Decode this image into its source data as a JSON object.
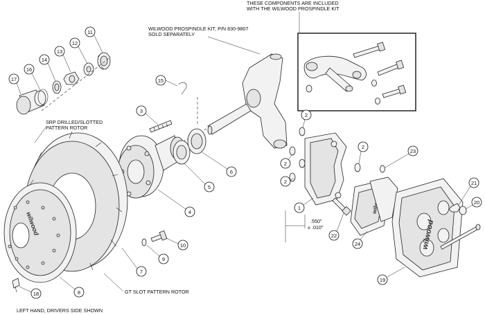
{
  "notes": {
    "included_line1": "THESE COMPONENTS ARE INCLUDED",
    "included_line2": "WITH THE WILWOOD PROSPINDLE KIT",
    "prospindle_line1": "WILWOOD PROSPINDLE KIT, P/N 830-9807",
    "prospindle_line2": "SOLD SEPARATELY",
    "srp_line1": "SRP DRILLED/SLOTTED",
    "srp_line2": "PATTERN ROTOR",
    "gt_slot": "GT SLOT PATTERN ROTOR",
    "left_hand": "LEFT HAND, DRIVERS SIDE SHOWN",
    "dim_value": ".550\"",
    "dim_tol": "± .010\""
  },
  "brand": {
    "logo": "wilwood"
  },
  "callouts": {
    "c1": "1",
    "c2a": "2",
    "c2b": "2",
    "c2c": "2",
    "c2d": "2",
    "c3": "3",
    "c4": "4",
    "c5": "5",
    "c6": "6",
    "c7": "7",
    "c8": "8",
    "c9": "9",
    "c10": "10",
    "c11": "11",
    "c12": "12",
    "c13": "13",
    "c14": "14",
    "c15": "15",
    "c16": "16",
    "c17": "17",
    "c18": "18",
    "c19": "19",
    "c20": "20",
    "c21": "21",
    "c22": "22",
    "c23": "23",
    "c24": "24"
  }
}
